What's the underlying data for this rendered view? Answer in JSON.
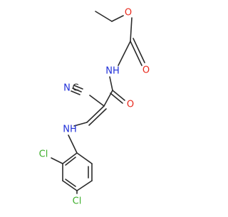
{
  "molecule": {
    "atoms": [
      {
        "id": "O_ether",
        "symbol": "O",
        "color": "#e8291c"
      },
      {
        "id": "O_carbamate",
        "symbol": "O",
        "color": "#e8291c"
      },
      {
        "id": "NH_amide",
        "symbol": "NH",
        "color": "#1f2fd8"
      },
      {
        "id": "N_nitrile",
        "symbol": "N",
        "color": "#1f2fd8"
      },
      {
        "id": "C_nitrile",
        "symbol": "C",
        "color": "#2b2b2b"
      },
      {
        "id": "O_amide",
        "symbol": "O",
        "color": "#e8291c"
      },
      {
        "id": "NH_aniline",
        "symbol": "NH",
        "color": "#1f2fd8"
      },
      {
        "id": "Cl_ortho",
        "symbol": "Cl",
        "color": "#3dae2b"
      },
      {
        "id": "Cl_para",
        "symbol": "Cl",
        "color": "#3dae2b"
      }
    ],
    "bond_color": "#2b2b2b"
  }
}
